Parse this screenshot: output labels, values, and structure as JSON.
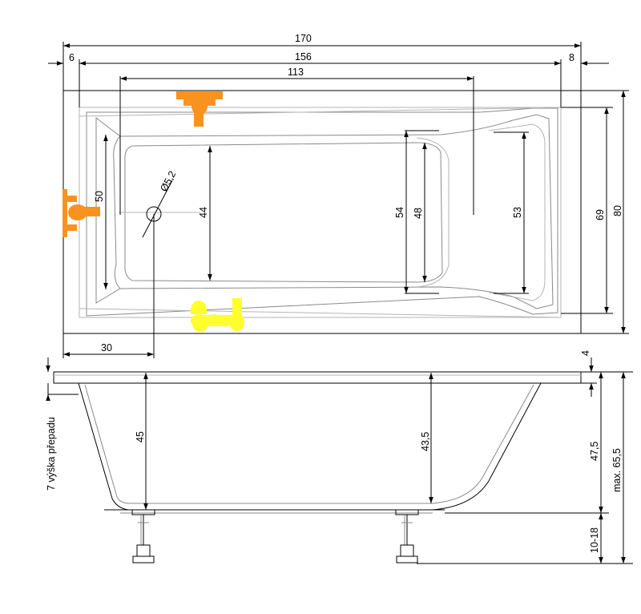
{
  "plan_view": {
    "dims": {
      "overall_length": "170",
      "left_rim": "6",
      "inner_length": "156",
      "right_rim": "8",
      "bottom_length": "113",
      "width_outer": "80",
      "width_inner": "69",
      "width_left": "50",
      "width_bottom": "44",
      "width_54": "54",
      "width_48": "48",
      "width_53": "53",
      "drain_diameter": "Ø5,2",
      "drain_offset": "30"
    }
  },
  "side_view": {
    "dims": {
      "rim_thickness": "4",
      "depth_left": "45",
      "depth_right": "43,5",
      "depth_total": "47,5",
      "legs": "10-18",
      "max_height": "max. 65,5",
      "overflow": "7  výška přepadu"
    }
  },
  "colors": {
    "faucet": "#f7931e",
    "drain_fitting": "#ffff2e",
    "outline": "#000000",
    "inner_contour": "#8a8a8a"
  }
}
